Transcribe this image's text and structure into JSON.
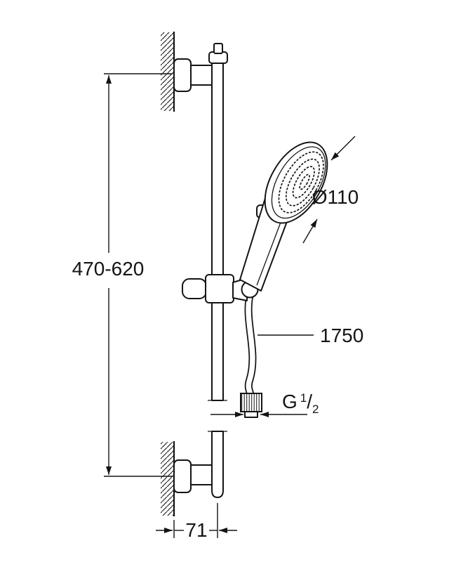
{
  "canvas": {
    "background": "#ffffff",
    "line_color": "#141414"
  },
  "diagram": {
    "subject": "shower-rail-set-technical-drawing",
    "dimensions": {
      "height_range": "470-620",
      "head_diameter": "Ø110",
      "hose_length": "1750",
      "wall_distance": "71",
      "thread": {
        "prefix": "G",
        "numerator": "1",
        "slash": "/",
        "denominator": "2"
      }
    }
  }
}
